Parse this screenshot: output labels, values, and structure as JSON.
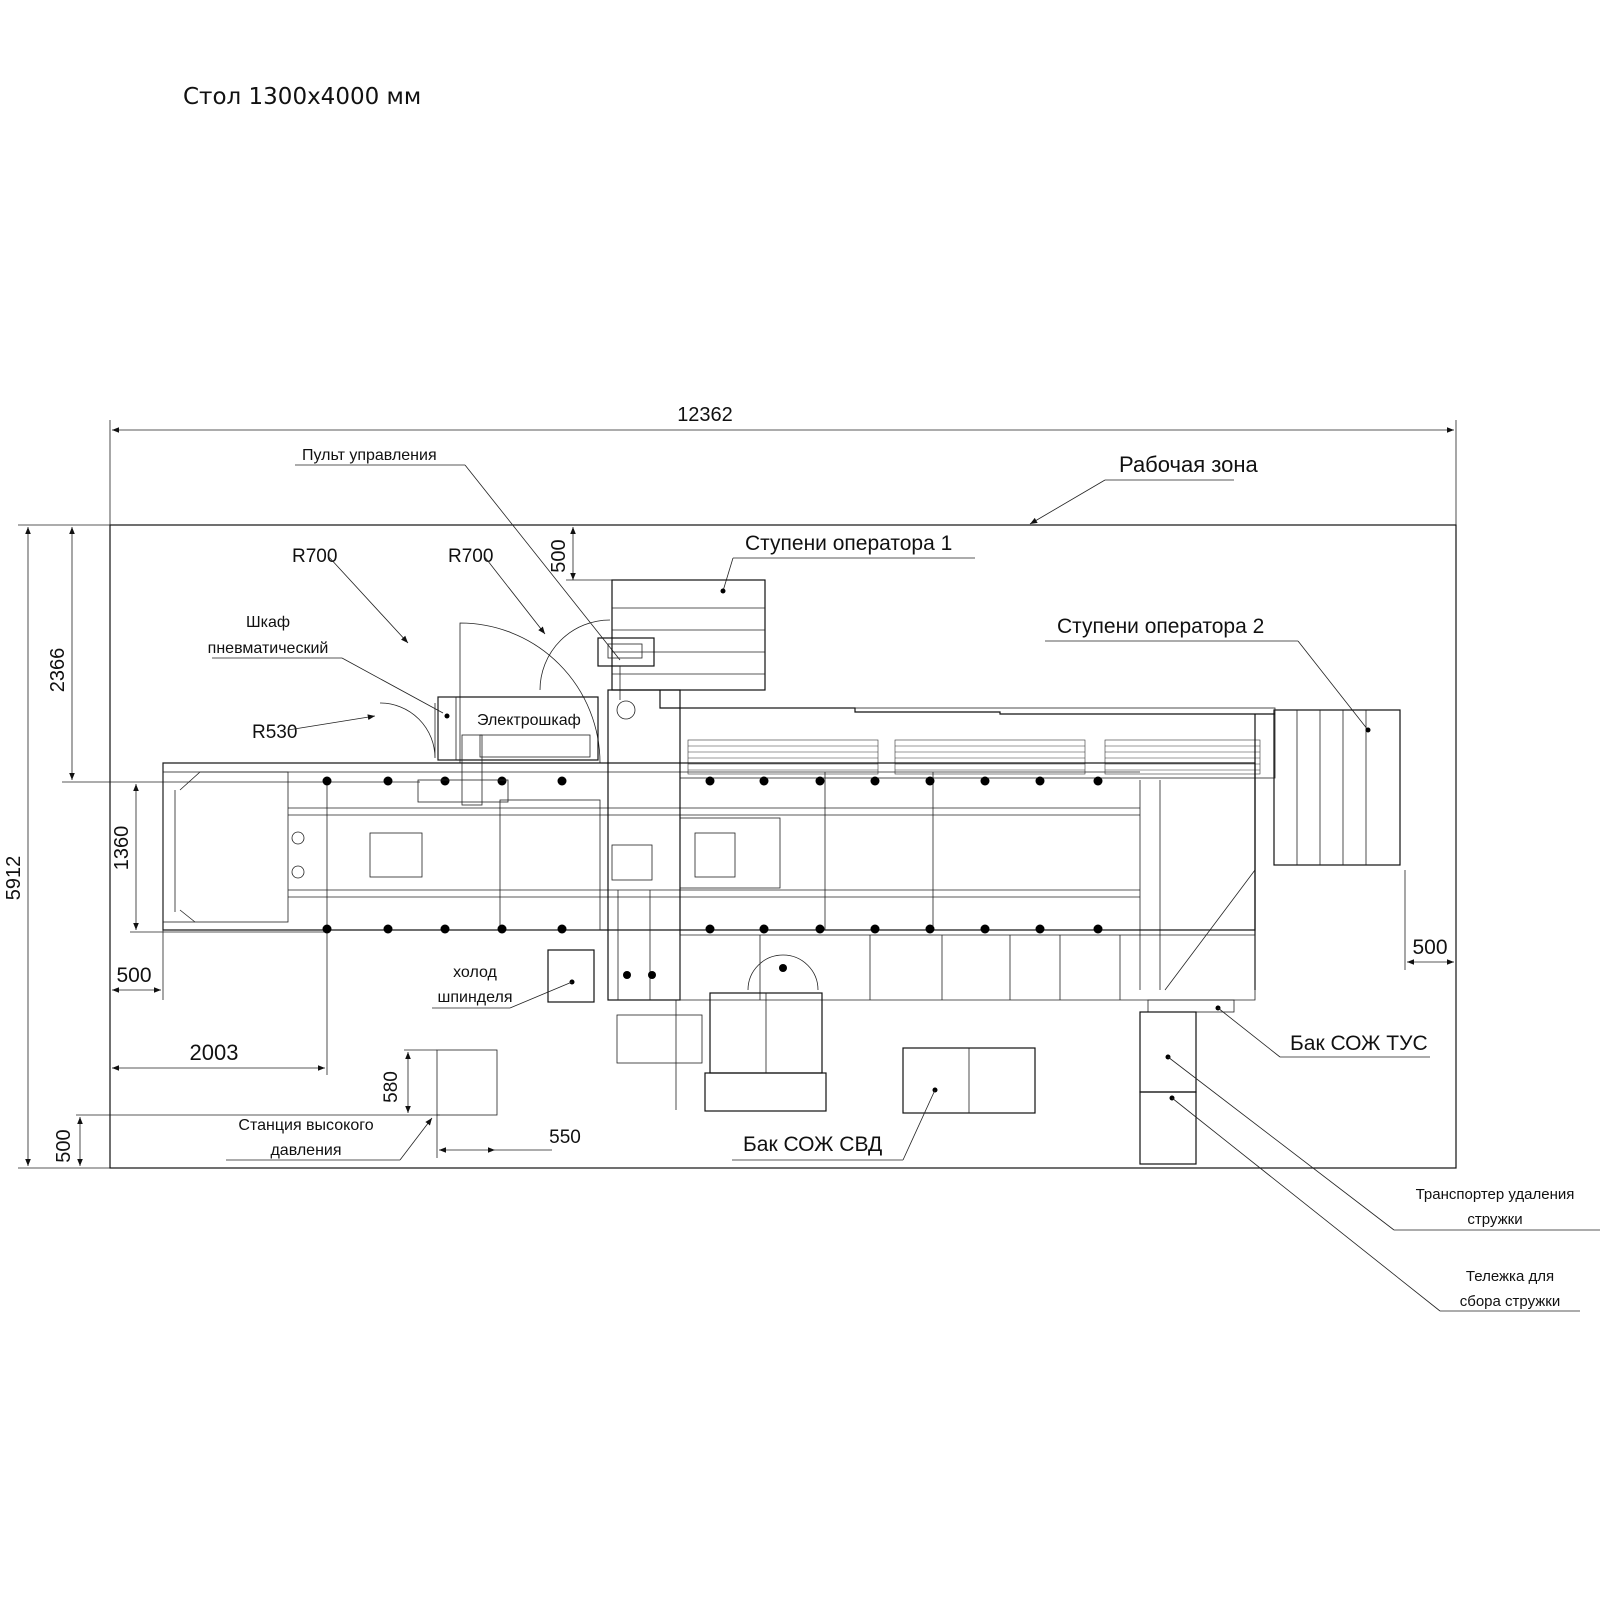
{
  "title": "Стол 1300х4000 мм",
  "labels": {
    "work_zone": "Рабочая зона",
    "control_panel": "Пульт управления",
    "operator_steps_1": "Ступени оператора 1",
    "operator_steps_2": "Ступени оператора 2",
    "pneumatic_cabinet_line1": "Шкаф",
    "pneumatic_cabinet_line2": "пневматический",
    "electrical_cabinet": "Электрошкаф",
    "spindle_cooler_line1": "холод",
    "spindle_cooler_line2": "шпинделя",
    "high_pressure_station_line1": "Станция высокого",
    "high_pressure_station_line2": "давления",
    "coolant_tank_svd": "Бак СОЖ СВД",
    "coolant_tank_tus": "Бак СОЖ ТУС",
    "chip_conveyor_line1": "Транспортер удаления",
    "chip_conveyor_line2": "стружки",
    "chip_cart_line1": "Тележка для",
    "chip_cart_line2": "сбора стружки"
  },
  "dimensions": {
    "overall_length": "12362",
    "overall_width": "5912",
    "upper_zone": "2366",
    "table_width": "1360",
    "bottom_margin": "500",
    "left_margin": "500",
    "right_margin": "500",
    "top_step_clearance": "500",
    "left_offset": "2003",
    "station_depth": "580",
    "station_width": "550",
    "radius_1": "R700",
    "radius_2": "R700",
    "radius_3": "R530"
  }
}
